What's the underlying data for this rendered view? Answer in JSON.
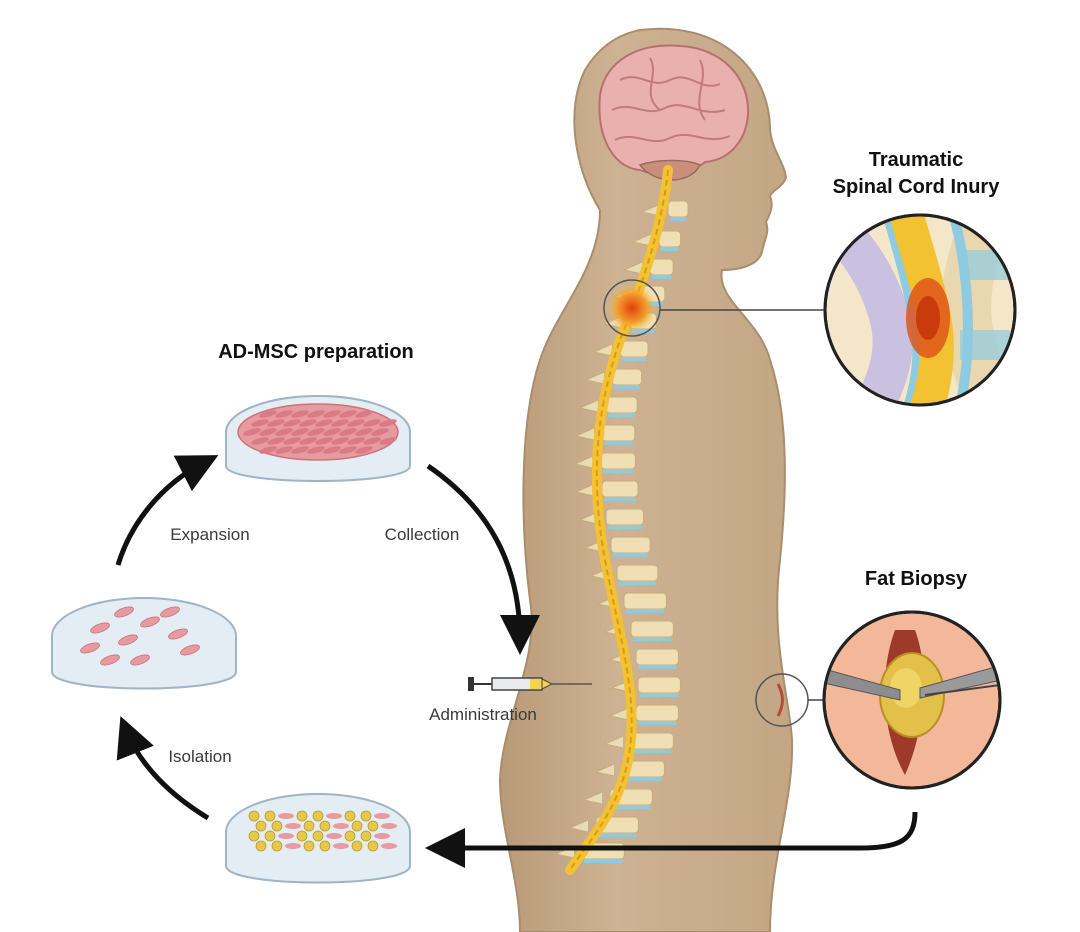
{
  "labels": {
    "ad_msc_preparation": "AD-MSC preparation",
    "traumatic_line1": "Traumatic",
    "traumatic_line2": "Spinal Cord Inury",
    "fat_biopsy": "Fat Biopsy",
    "expansion": "Expansion",
    "collection": "Collection",
    "isolation": "Isolation",
    "administration": "Administration"
  },
  "colors": {
    "skin": "#c9ad8c",
    "skin_edge": "#a98d6c",
    "brain": "#eab0ae",
    "cord": "#f2c233",
    "vertebra": "#f0dfb4",
    "disc": "#8ecbe0",
    "injury": "#e85a1a",
    "cells_pink": "#e79aa0",
    "cells_yellow": "#e5c94f",
    "dish": "#dfeaf3",
    "arrow": "#111111"
  }
}
